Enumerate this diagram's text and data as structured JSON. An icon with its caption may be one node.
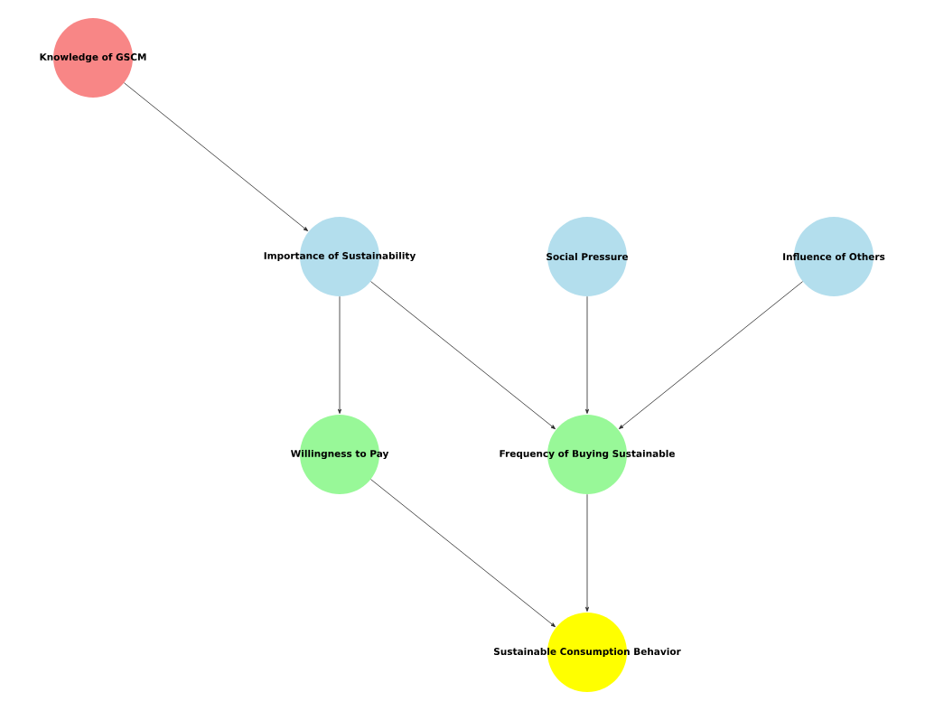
{
  "diagram": {
    "nodes": [
      {
        "text": [
          "Knowledge of GSCM"
        ]
      },
      {
        "text": [
          "Importance of Sustainability"
        ]
      },
      {
        "text": [
          "Social Pressure"
        ]
      },
      {
        "text": [
          "Influence of Others"
        ]
      },
      {
        "text": [
          "Willingness to Pay"
        ]
      },
      {
        "text": [
          "Frequency of Buying Sustainable"
        ]
      },
      {
        "text": [
          "Sustainable Consumption Behavior"
        ]
      }
    ],
    "edges": [
      {
        "from": 0,
        "to": 1,
        "arrow": "to"
      },
      {
        "from": 1,
        "to": 4,
        "arrow": "to"
      },
      {
        "from": 1,
        "to": 5,
        "arrow": "to"
      },
      {
        "from": 2,
        "to": 5,
        "arrow": "to"
      },
      {
        "from": 3,
        "to": 5,
        "arrow": "to"
      },
      {
        "from": 4,
        "to": 6,
        "arrow": "to"
      },
      {
        "from": 5,
        "to": 6,
        "arrow": "to"
      }
    ]
  }
}
